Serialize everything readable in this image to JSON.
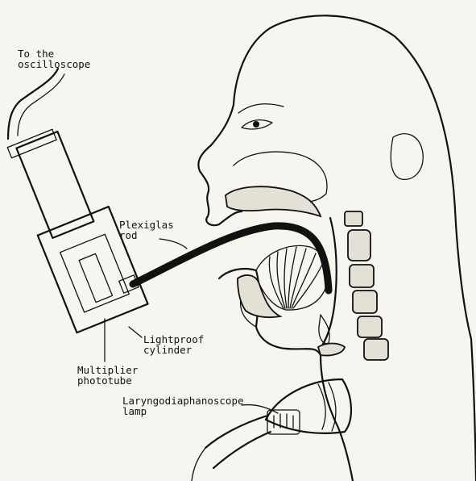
{
  "labels": {
    "oscilloscope": "To the\noscilloscope",
    "rod": "Plexiglas\nrod",
    "cylinder": "Lightproof\ncylinder",
    "phototube": "Multiplier\nphototube",
    "lamp": "Laryngodiaphanoscope\nlamp"
  }
}
